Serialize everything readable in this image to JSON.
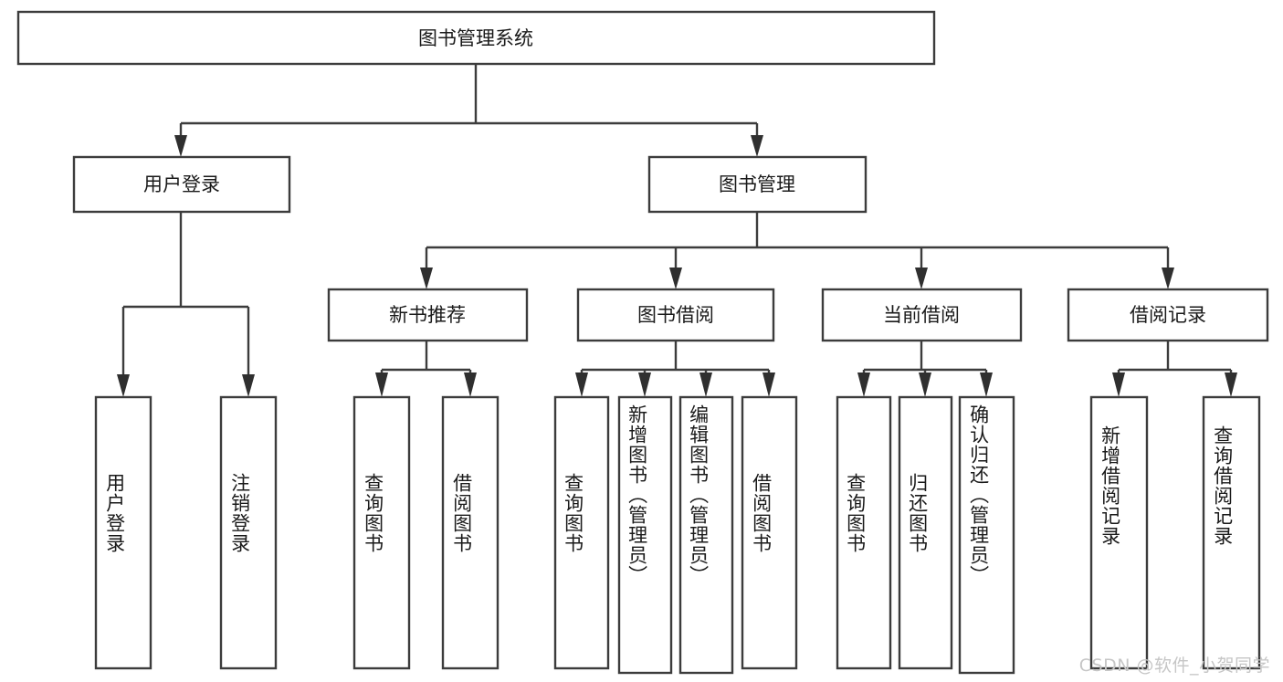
{
  "diagram": {
    "type": "tree-hierarchy-flowchart",
    "title": "图书管理系统",
    "orientation": "top-down",
    "background_color": "#ffffff",
    "box_border_color": "#3c3c3c",
    "box_fill_color": "#ffffff",
    "arrow_color": "#2f2f2f",
    "text_color": "#1a1a1a"
  },
  "nodes": {
    "root": {
      "label": "图书管理系统",
      "level": 0,
      "text_orientation": "horizontal"
    },
    "level1": [
      {
        "id": "user-login",
        "label": "用户登录",
        "text_orientation": "horizontal"
      },
      {
        "id": "book-management",
        "label": "图书管理",
        "text_orientation": "horizontal"
      }
    ],
    "level2": [
      {
        "id": "new-book-recommend",
        "label": "新书推荐",
        "parent": "book-management",
        "text_orientation": "horizontal"
      },
      {
        "id": "book-borrow",
        "label": "图书借阅",
        "parent": "book-management",
        "text_orientation": "horizontal"
      },
      {
        "id": "current-borrow",
        "label": "当前借阅",
        "parent": "book-management",
        "text_orientation": "horizontal"
      },
      {
        "id": "borrow-record",
        "label": "借阅记录",
        "parent": "book-management",
        "text_orientation": "horizontal"
      }
    ],
    "leaves": [
      {
        "id": "leaf-user-login",
        "label": "用户登录",
        "parent": "user-login",
        "text_orientation": "vertical"
      },
      {
        "id": "leaf-logout",
        "label": "注销登录",
        "parent": "user-login",
        "text_orientation": "vertical"
      },
      {
        "id": "leaf-query-book-1",
        "label": "查询图书",
        "parent": "new-book-recommend",
        "text_orientation": "vertical"
      },
      {
        "id": "leaf-borrow-book-1",
        "label": "借阅图书",
        "parent": "new-book-recommend",
        "text_orientation": "vertical"
      },
      {
        "id": "leaf-query-book-2",
        "label": "查询图书",
        "parent": "book-borrow",
        "text_orientation": "vertical"
      },
      {
        "id": "leaf-add-book",
        "label": "新增图书（管理员）",
        "parent": "book-borrow",
        "text_orientation": "vertical"
      },
      {
        "id": "leaf-edit-book",
        "label": "编辑图书（管理员）",
        "parent": "book-borrow",
        "text_orientation": "vertical"
      },
      {
        "id": "leaf-borrow-book-2",
        "label": "借阅图书",
        "parent": "book-borrow",
        "text_orientation": "vertical"
      },
      {
        "id": "leaf-query-book-3",
        "label": "查询图书",
        "parent": "current-borrow",
        "text_orientation": "vertical"
      },
      {
        "id": "leaf-return-book",
        "label": "归还图书",
        "parent": "current-borrow",
        "text_orientation": "vertical"
      },
      {
        "id": "leaf-confirm-return",
        "label": "确认归还（管理员）",
        "parent": "current-borrow",
        "text_orientation": "vertical"
      },
      {
        "id": "leaf-add-record",
        "label": "新增借阅记录",
        "parent": "borrow-record",
        "text_orientation": "vertical"
      },
      {
        "id": "leaf-query-record",
        "label": "查询借阅记录",
        "parent": "borrow-record",
        "text_orientation": "vertical"
      }
    ]
  },
  "watermark": {
    "text": "CSDN @软件_小贺同学",
    "color": "#c6c6c6"
  }
}
